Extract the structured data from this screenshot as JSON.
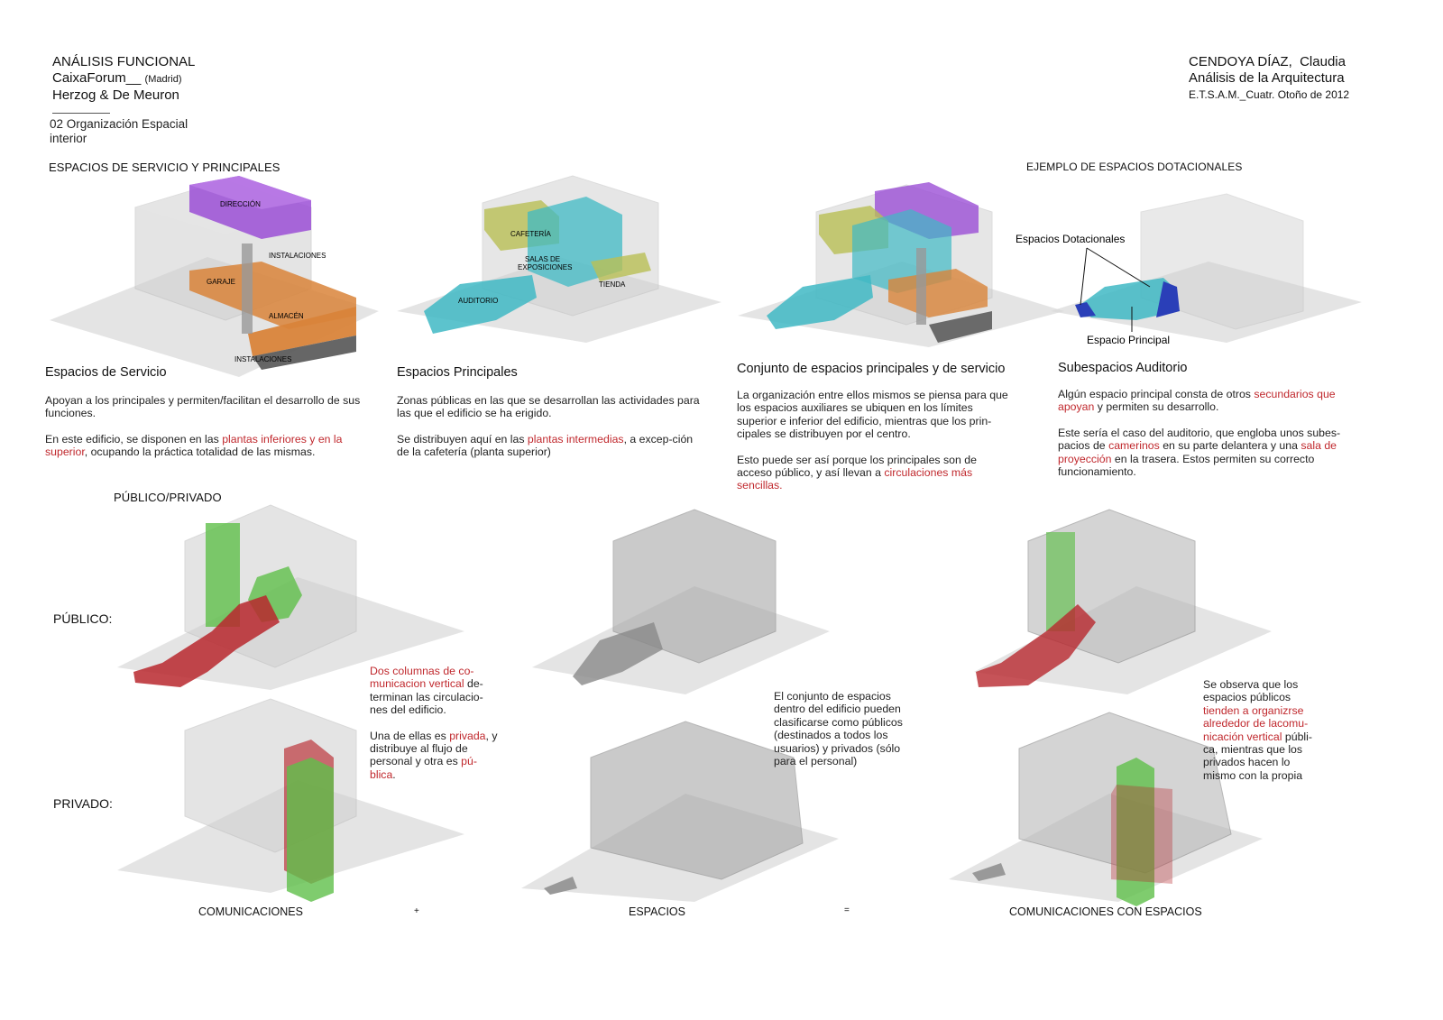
{
  "header": {
    "left_line1": "ANÁLISIS FUNCIONAL",
    "left_line2a": "CaixaForum__",
    "left_line2b": "(Madrid)",
    "left_line3": "Herzog & De Meuron",
    "section_number": "02 Organización Espacial",
    "section_sub": "interior",
    "right_line1a": "CENDOYA DÍAZ,",
    "right_line1b": "Claudia",
    "right_line2": "Análisis de la  Arquitectura",
    "right_line3": "E.T.S.A.M._Cuatr. Otoño de 2012"
  },
  "top": {
    "heading_left": "ESPACIOS DE SERVICIO Y PRINCIPALES",
    "heading_right": "EJEMPLO DE ESPACIOS DOTACIONALES",
    "labels": {
      "direccion": "DIRECCIÓN",
      "instalaciones": "INSTALACIONES",
      "garaje": "GARAJE",
      "almacen": "ALMACÉN",
      "instalaciones2": "INSTALACIONES",
      "cafeteria": "CAFETERÍA",
      "salas1": "SALAS DE",
      "salas2": "EXPOSICIONES",
      "tienda": "TIENDA",
      "auditorio": "AUDITORIO",
      "dotacionales": "Espacios Dotacionales",
      "principal": "Espacio Principal"
    },
    "col1": {
      "title": "Espacios de Servicio",
      "p1": "Apoyan a los principales y permiten/facilitan el desarrollo de sus funciones.",
      "p2a": "En este edificio, se disponen en las ",
      "p2b": "plantas inferiores y en la superior",
      "p2c": ", ocupando la práctica totalidad de las mismas."
    },
    "col2": {
      "title": "Espacios Principales",
      "p1": "Zonas públicas en las que se desarrollan las actividades para las que el edificio se ha erigido.",
      "p2a": "Se distribuyen aquí en las ",
      "p2b": "plantas intermedias",
      "p2c": ", a excep-ción de la cafetería (planta superior)"
    },
    "col3": {
      "title": "Conjunto de espacios principales y de servicio",
      "p1": "La organización entre ellos mismos se piensa para que los espacios auxiliares se ubiquen en los límites superior e inferior del edificio, mientras que los prin-cipales se distribuyen por el centro.",
      "p2a": "Esto puede ser así porque los principales son de acceso público, y así llevan a ",
      "p2b": "circulaciones más sencillas."
    },
    "col4": {
      "title": "Subespacios Auditorio",
      "p1a": "Algún espacio principal consta de otros ",
      "p1b": "secundarios que apoyan",
      "p1c": " y permiten su desarrollo.",
      "p2a": "Este sería el caso del auditorio, que engloba unos subes-pacios de ",
      "p2b": "camerinos",
      "p2c": " en su parte delantera y una ",
      "p2d": "sala de proyección",
      "p2e": " en la trasera. Estos permiten su correcto funcionamiento."
    }
  },
  "bottom": {
    "heading": "PÚBLICO/PRIVADO",
    "row_publico": "PÚBLICO:",
    "row_privado": "PRIVADO:",
    "note1a": "Dos columnas de co-municacion vertical",
    "note1b": " de-terminan las circulacio-nes del edificio.",
    "note2a": "Una de ellas es ",
    "note2b": "privada",
    "note2c": ", y distribuye al flujo de personal y otra es ",
    "note2d": "pú-blica",
    "note2e": ".",
    "note3": "El conjunto de espacios dentro del edificio pueden clasificarse como públicos (destinados a todos los usuarios) y privados (sólo para el personal)",
    "note4a": "Se observa que los espacios públicos ",
    "note4b": "tienden a organizrse alrededor de lacomu-nicación vertical",
    "note4c": " públi-ca, mientras que los privados hacen lo mismo con la propia",
    "cap1": "COMUNICACIONES",
    "plus": "+",
    "cap2": "ESPACIOS",
    "equals": "=",
    "cap3": "COMUNICACIONES CON ESPACIOS"
  },
  "colors": {
    "purple": "#9b4fd6",
    "orange": "#d9843a",
    "cyan": "#3fb9c4",
    "olive": "#b9bf55",
    "blue": "#2a3fb8",
    "green": "#5fbf4a",
    "red": "#b8282e",
    "grey": "#b8b8b8"
  }
}
